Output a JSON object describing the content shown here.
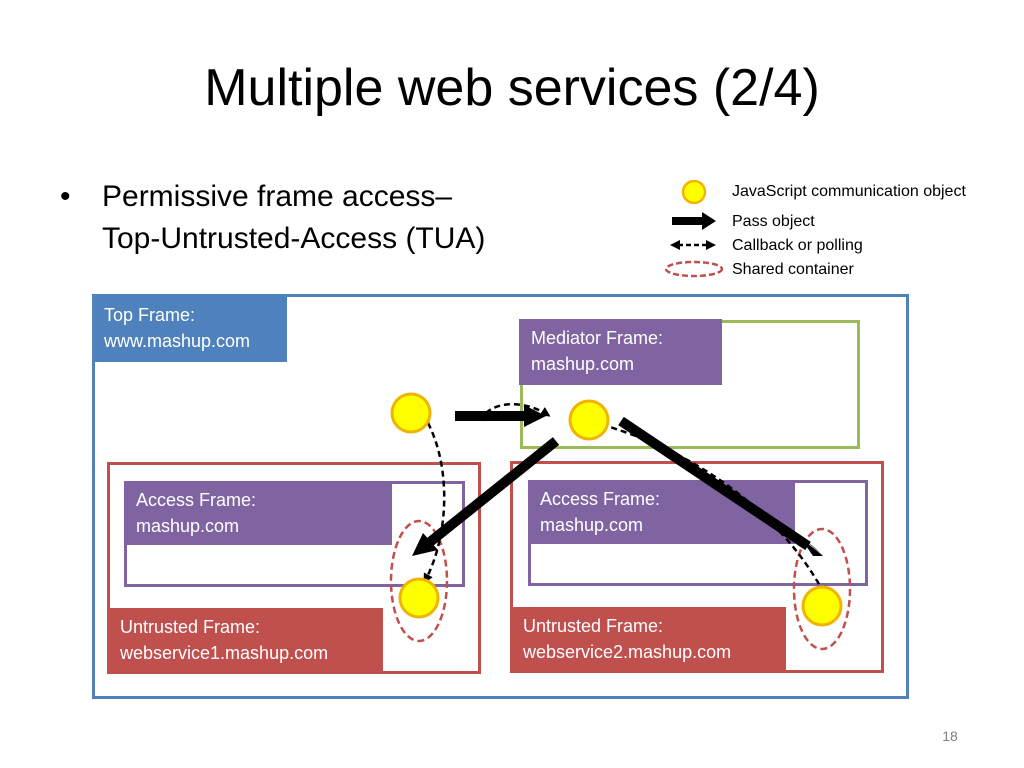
{
  "slide": {
    "title": "Multiple web services (2/4)",
    "bullet": {
      "marker": "•",
      "line1": "Permissive frame access–",
      "line2": "Top-Untrusted-Access (TUA)"
    },
    "page_number": "18"
  },
  "legend": {
    "communication_object": "JavaScript  communication object",
    "pass_object": "Pass object",
    "callback_polling": "Callback or polling",
    "shared_container": "Shared container"
  },
  "frames": {
    "top": {
      "line1": "Top Frame:",
      "line2": "www.mashup.com"
    },
    "mediator": {
      "line1": "Mediator Frame:",
      "line2": "mashup.com"
    },
    "access_1": {
      "line1": "Access Frame:",
      "line2": "mashup.com"
    },
    "untrusted_1": {
      "line1": "Untrusted Frame:",
      "line2": "webservice1.mashup.com"
    },
    "access_2": {
      "line1": "Access Frame:",
      "line2": "mashup.com"
    },
    "untrusted_2": {
      "line1": "Untrusted Frame:",
      "line2": "webservice2.mashup.com"
    }
  },
  "colors": {
    "top_frame": "#4f81bd",
    "mediator_frame": "#9bbb59",
    "access_frame": "#8064a2",
    "untrusted_frame": "#c0504d",
    "communication_object_fill": "#ffff00",
    "communication_object_stroke": "#f0b400"
  }
}
